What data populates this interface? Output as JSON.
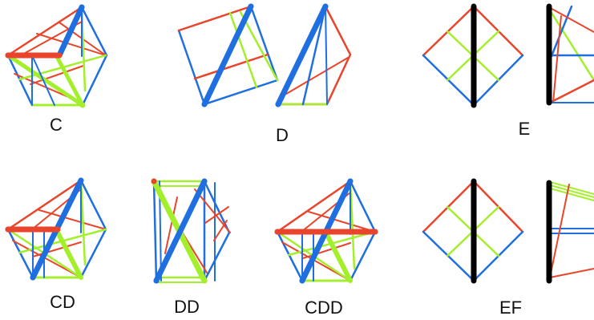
{
  "colors": {
    "red": "#e8452c",
    "blue": "#1f6fe0",
    "green": "#a4ef2c",
    "black": "#000000"
  },
  "labels": {
    "c": "C",
    "d": "D",
    "e": "E",
    "cd": "CD",
    "dd": "DD",
    "cdd": "CDD",
    "ef": "EF"
  }
}
